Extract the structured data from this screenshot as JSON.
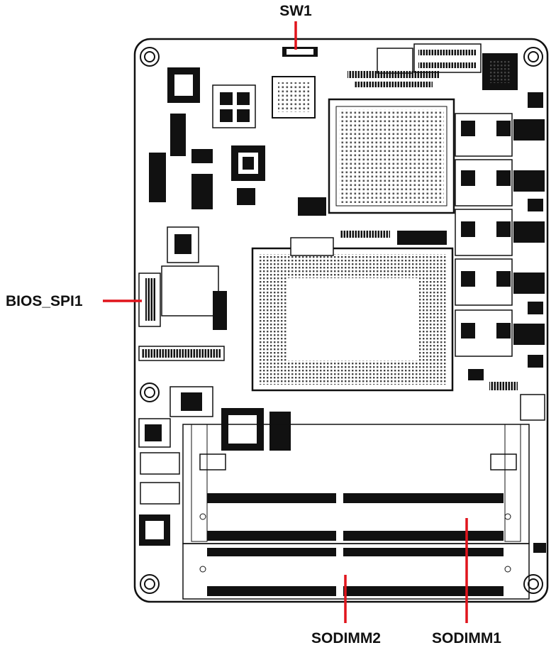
{
  "callouts": {
    "sw1": "SW1",
    "bios_spi": "BIOS_SPI1",
    "sodimm2": "SODIMM2",
    "sodimm1": "SODIMM1"
  },
  "colors": {
    "pointer": "#e0141c",
    "outline": "#111111",
    "board": "#ffffff"
  }
}
